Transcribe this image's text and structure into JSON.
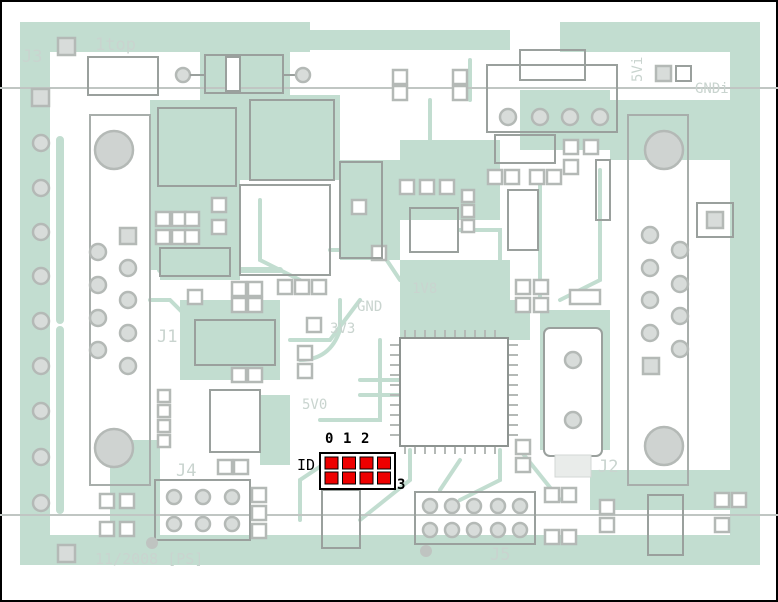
{
  "board": {
    "labels": {
      "j3": "J3",
      "top": "1top",
      "j1": "J1",
      "j4": "J4",
      "j5": "J5",
      "j2": "J2",
      "gnd": "GND",
      "v18": "1V8",
      "v33": "3V3",
      "v50": "5V0",
      "v5i": "5Vi",
      "gndi": "GNDi",
      "date": "11/2008 [PS]"
    },
    "id_jumper": {
      "prefix": "ID",
      "bit0": "0",
      "bit1": "1",
      "bit2": "2",
      "bit3": "3",
      "pad_color": "#ee0000"
    },
    "colors": {
      "background": "#ffffff",
      "copper": "#c2ddd0",
      "outline": "#9aa09d",
      "silkscreen": "#c9d4cf"
    }
  }
}
